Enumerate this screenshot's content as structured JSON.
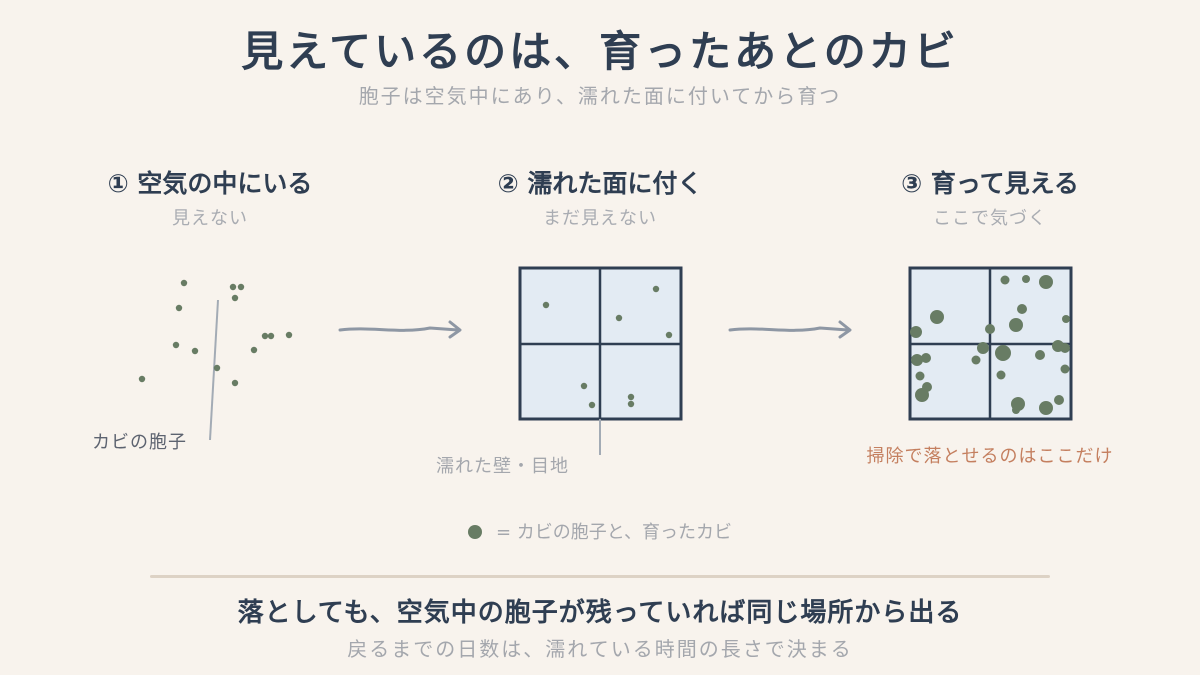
{
  "header": {
    "title": "見えているのは、育ったあとのカビ",
    "subtitle": "胞子は空気中にあり、濡れた面に付いてから育つ"
  },
  "steps": [
    {
      "title": "① 空気の中にいる",
      "subtitle": "見えない",
      "label": "カビの胞子"
    },
    {
      "title": "② 濡れた面に付く",
      "subtitle": "まだ見えない",
      "label": "濡れた壁・目地"
    },
    {
      "title": "③ 育って見える",
      "subtitle": "ここで気づく",
      "label": "掃除で落とせるのはここだけ"
    }
  ],
  "legend": {
    "text": "= カビの胞子と、育ったカビ"
  },
  "footer": {
    "conclusion": "落としても、空気中の胞子が残っていれば同じ場所から出る",
    "note": "戻るまでの日数は、濡れている時間の長さで決まる"
  },
  "colors": {
    "text_dark": "#2f3e52",
    "text_muted": "#a4a7ad",
    "mold_dot": "#687c64",
    "tile_fill": "#e3ebf3",
    "tile_line": "#2f3e52",
    "accent_orange": "#c47f5f",
    "arrow": "#8e97a4"
  }
}
